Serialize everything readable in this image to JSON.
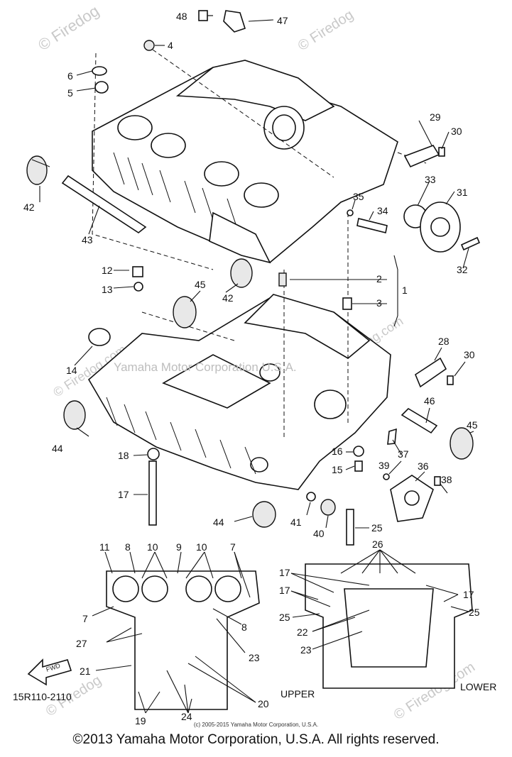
{
  "watermarks": {
    "top_left": "© Firedog",
    "top_right": "© Firedog",
    "center": "Yamaha Motor Corporation U.S.A.",
    "left_rotated": "© Firedog.com",
    "right_rotated": "© Firedog.com",
    "bottom_right": "© Firedog.com",
    "bottom_left": "© Firedog"
  },
  "diagram_code": "15R110-2110",
  "find_arrow_label": "FWD",
  "view_labels": {
    "upper": "UPPER",
    "lower": "LOWER"
  },
  "small_credit": "(c) 2005-2015 Yamaha Motor Corporation, U.S.A.",
  "copyright": "©2013 Yamaha Motor Corporation, U.S.A. All rights reserved.",
  "callouts": {
    "c1": "1",
    "c2": "2",
    "c3": "3",
    "c4": "4",
    "c5": "5",
    "c6": "6",
    "c7a": "7",
    "c7b": "7",
    "c8a": "8",
    "c8b": "8",
    "c9": "9",
    "c10a": "10",
    "c10b": "10",
    "c11": "11",
    "c12": "12",
    "c13": "13",
    "c14": "14",
    "c15": "15",
    "c16": "16",
    "c17a": "17",
    "c17b": "17",
    "c17c": "17",
    "c17d": "17",
    "c18": "18",
    "c19": "19",
    "c20": "20",
    "c21": "21",
    "c22": "22",
    "c23a": "23",
    "c23b": "23",
    "c24": "24",
    "c25a": "25",
    "c25b": "25",
    "c25c": "25",
    "c26": "26",
    "c27": "27",
    "c28": "28",
    "c29": "29",
    "c30a": "30",
    "c30b": "30",
    "c31": "31",
    "c32": "32",
    "c33": "33",
    "c34": "34",
    "c35": "35",
    "c36": "36",
    "c37": "37",
    "c38": "38",
    "c39": "39",
    "c40": "40",
    "c41": "41",
    "c42a": "42",
    "c42b": "42",
    "c43": "43",
    "c44a": "44",
    "c44b": "44",
    "c45a": "45",
    "c45b": "45",
    "c46": "46",
    "c47": "47",
    "c48": "48"
  }
}
